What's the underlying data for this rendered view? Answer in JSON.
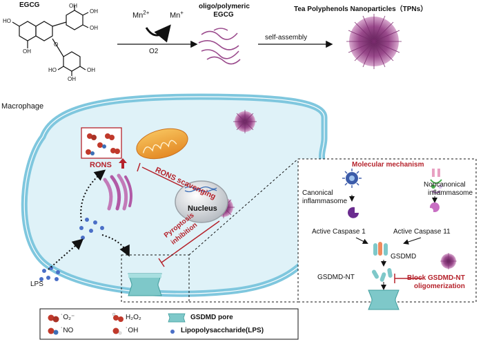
{
  "top": {
    "egcg_title": "EGCG",
    "mn2": "Mn",
    "mn2_sup": "2+",
    "mn1": "Mn",
    "mn1_sup": "+",
    "o2": "O2",
    "oligo_line1": "oligo/polymeric",
    "oligo_line2": "EGCG",
    "self_assembly": "self-assembly",
    "tpns_title": "Tea Polyphenols Nanoparticles（TPNs）",
    "oh": "OH",
    "ho": "HO",
    "o": "O"
  },
  "cell": {
    "macrophage": "Macrophage",
    "rons": "RONS",
    "rons_scavenging": "RONS scavenging",
    "pyroptosis_line1": "Pyroptosis",
    "pyroptosis_line2": "inhibition",
    "nucleus": "Nucleus",
    "lps": "LPS"
  },
  "mechanism": {
    "title": "Molecular mechanism",
    "canonical_line1": "Canonical",
    "canonical_line2": "inflammasome",
    "noncanonical_line1": "Noncanonical",
    "noncanonical_line2": "inflammasome",
    "caspase1": "Active Caspase 1",
    "caspase11": "Active Caspase 11",
    "gsdmd": "GSDMD",
    "gsdmd_nt": "GSDMD-NT",
    "block_line1": "Block GSDMD-NT",
    "block_line2": "oligomerization"
  },
  "legend": {
    "superoxide": "˙O₂⁻",
    "h2o2": "H₂O₂",
    "pore": "GSDMD pore",
    "no": "˙NO",
    "oh": "˙OH",
    "lps": "Lipopolysaccharide(LPS)"
  },
  "colors": {
    "accent_red": "#b5222b",
    "membrane_blue": "#7fc7de",
    "cell_fill": "#dff2f8",
    "nanoparticle": "#8a3a78"
  }
}
